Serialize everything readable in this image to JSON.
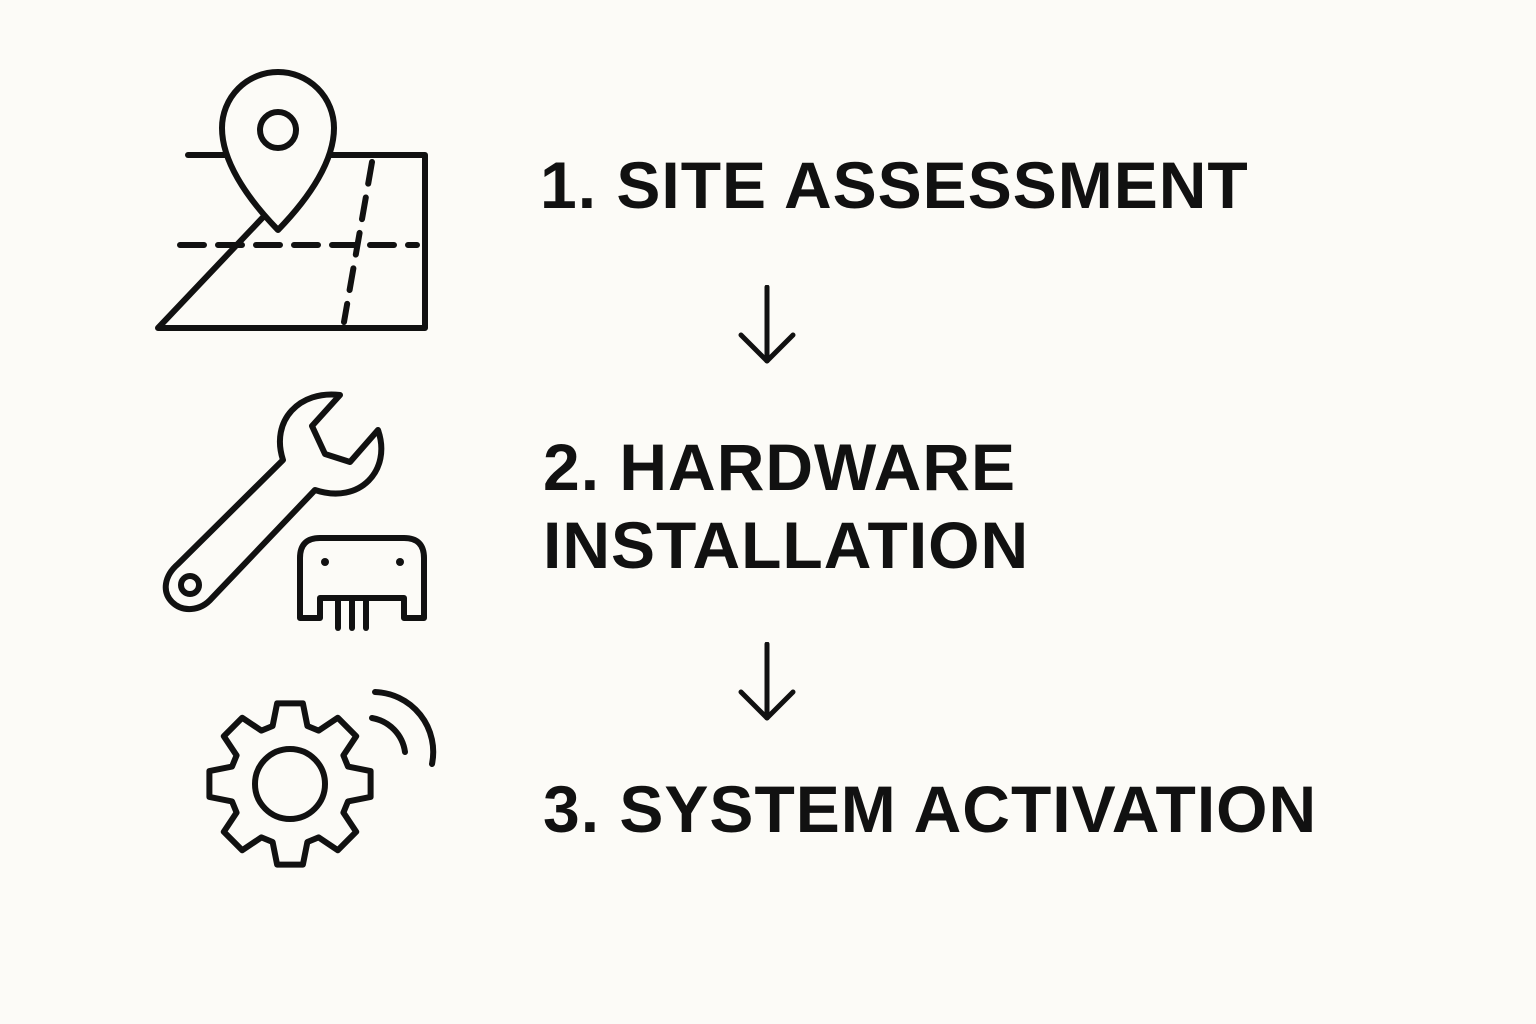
{
  "colors": {
    "background": "#fcfbf7",
    "ink": "#111111"
  },
  "steps": [
    {
      "icon": "map-pin-icon",
      "lines": [
        "1. SITE ASSESSMENT"
      ]
    },
    {
      "icon": "wrench-device-icon",
      "lines": [
        "2. HARDWARE",
        "INSTALLATION"
      ]
    },
    {
      "icon": "gear-wireless-icon",
      "lines": [
        "3. SYSTEM ACTIVATION"
      ]
    }
  ],
  "connectors": [
    {
      "icon": "arrow-down-icon"
    },
    {
      "icon": "arrow-down-icon"
    }
  ]
}
